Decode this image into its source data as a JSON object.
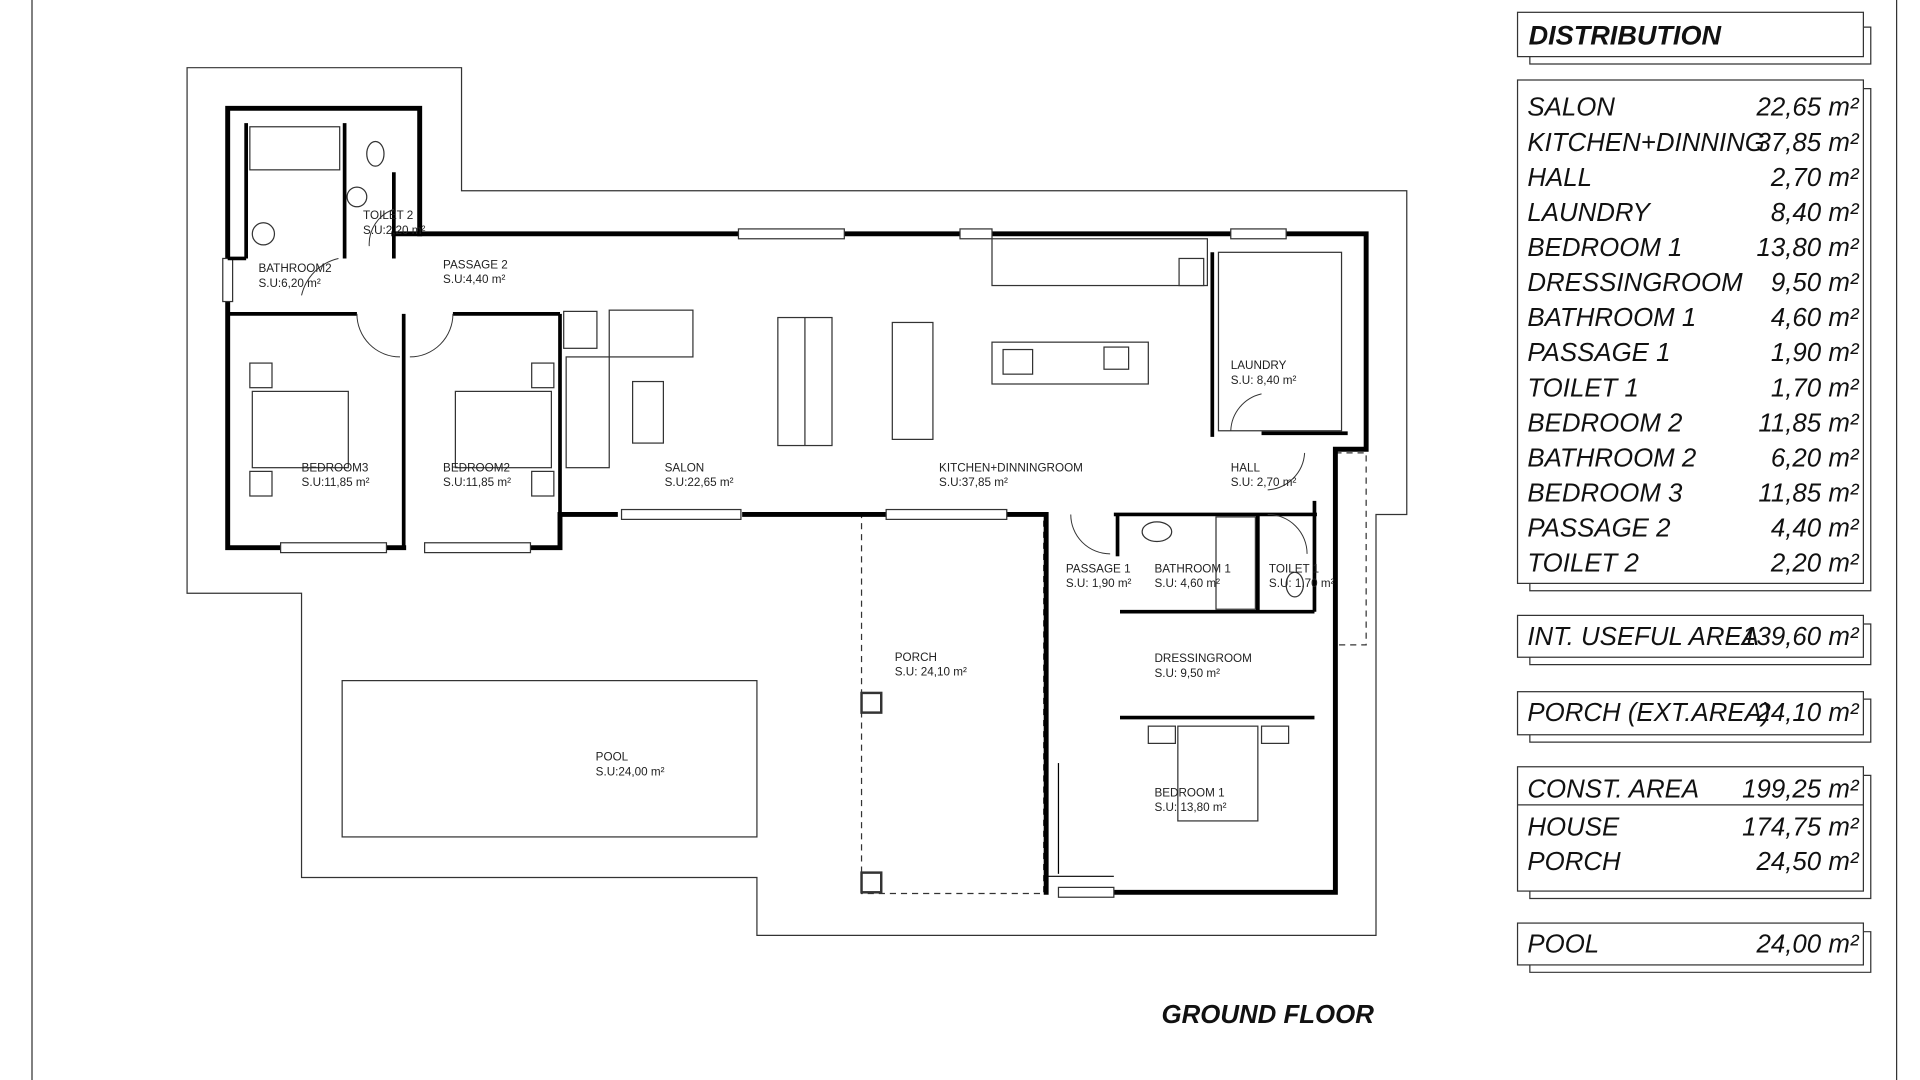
{
  "title": "GROUND FLOOR",
  "rooms": [
    {
      "id": "bathroom2",
      "name": "BATHROOM2",
      "area": "S.U:6,20 m²"
    },
    {
      "id": "toilet2",
      "name": "TOILET 2",
      "area": "S.U:2,20 m²"
    },
    {
      "id": "passage2",
      "name": "PASSAGE 2",
      "area": "S.U:4,40 m²"
    },
    {
      "id": "bedroom3",
      "name": "BEDROOM3",
      "area": "S.U:11,85 m²"
    },
    {
      "id": "bedroom2",
      "name": "BEDROOM2",
      "area": "S.U:11,85 m²"
    },
    {
      "id": "salon",
      "name": "SALON",
      "area": "S.U:22,65 m²"
    },
    {
      "id": "kitchen",
      "name": "KITCHEN+DINNINGROOM",
      "area": "S.U:37,85 m²"
    },
    {
      "id": "laundry",
      "name": "LAUNDRY",
      "area": "S.U: 8,40 m²"
    },
    {
      "id": "hall",
      "name": "HALL",
      "area": "S.U: 2,70 m²"
    },
    {
      "id": "passage1",
      "name": "PASSAGE 1",
      "area": "S.U: 1,90 m²"
    },
    {
      "id": "bathroom1",
      "name": "BATHROOM 1",
      "area": "S.U: 4,60 m²"
    },
    {
      "id": "toilet1",
      "name": "TOILET 1",
      "area": "S.U: 1,70 m²"
    },
    {
      "id": "dressing",
      "name": "DRESSINGROOM",
      "area": "S.U: 9,50 m²"
    },
    {
      "id": "bedroom1",
      "name": "BEDROOM 1",
      "area": "S.U: 13,80 m²"
    },
    {
      "id": "porch",
      "name": "PORCH",
      "area": "S.U: 24,10 m²"
    },
    {
      "id": "pool",
      "name": "POOL",
      "area": "S.U:24,00 m²"
    }
  ],
  "distribution": {
    "heading": "DISTRIBUTION",
    "rows": [
      {
        "label": "SALON",
        "value": "22,65 m²"
      },
      {
        "label": "KITCHEN+DINNING",
        "value": "37,85 m²"
      },
      {
        "label": "HALL",
        "value": "2,70 m²"
      },
      {
        "label": "LAUNDRY",
        "value": "8,40 m²"
      },
      {
        "label": "BEDROOM 1",
        "value": "13,80 m²"
      },
      {
        "label": "DRESSINGROOM",
        "value": "9,50 m²"
      },
      {
        "label": "BATHROOM 1",
        "value": "4,60 m²"
      },
      {
        "label": "PASSAGE 1",
        "value": "1,90 m²"
      },
      {
        "label": "TOILET 1",
        "value": "1,70 m²"
      },
      {
        "label": "BEDROOM 2",
        "value": "11,85 m²"
      },
      {
        "label": "BATHROOM 2",
        "value": "6,20 m²"
      },
      {
        "label": "BEDROOM 3",
        "value": "11,85 m²"
      },
      {
        "label": "PASSAGE 2",
        "value": "4,40 m²"
      },
      {
        "label": "TOILET 2",
        "value": "2,20 m²"
      }
    ]
  },
  "summary": {
    "int_useful": {
      "label": "INT. USEFUL AREA",
      "value": "139,60 m²"
    },
    "porch_ext": {
      "label": "PORCH (EXT.AREA)",
      "value": "24,10 m²"
    },
    "const": [
      {
        "label": "CONST. AREA",
        "value": "199,25 m²"
      },
      {
        "label": "HOUSE",
        "value": "174,75 m²"
      },
      {
        "label": "PORCH",
        "value": "24,50 m²"
      }
    ],
    "pool": {
      "label": "POOL",
      "value": "24,00 m²"
    }
  }
}
